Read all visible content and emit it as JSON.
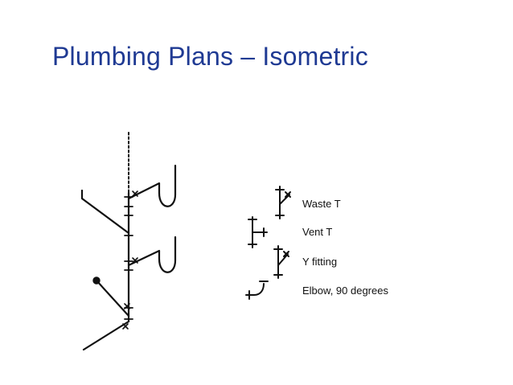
{
  "slide": {
    "title": "Plumbing Plans – Isometric",
    "title_color": "#1f3a93"
  },
  "legend": {
    "items": [
      {
        "label": "Waste T",
        "symbol": "waste-tee"
      },
      {
        "label": "Vent T",
        "symbol": "vent-tee"
      },
      {
        "label": "Y fitting",
        "symbol": "y-fitting"
      },
      {
        "label": "Elbow, 90 degrees",
        "symbol": "elbow-90"
      }
    ]
  },
  "colors": {
    "line": "#111111",
    "background": "#ffffff"
  }
}
